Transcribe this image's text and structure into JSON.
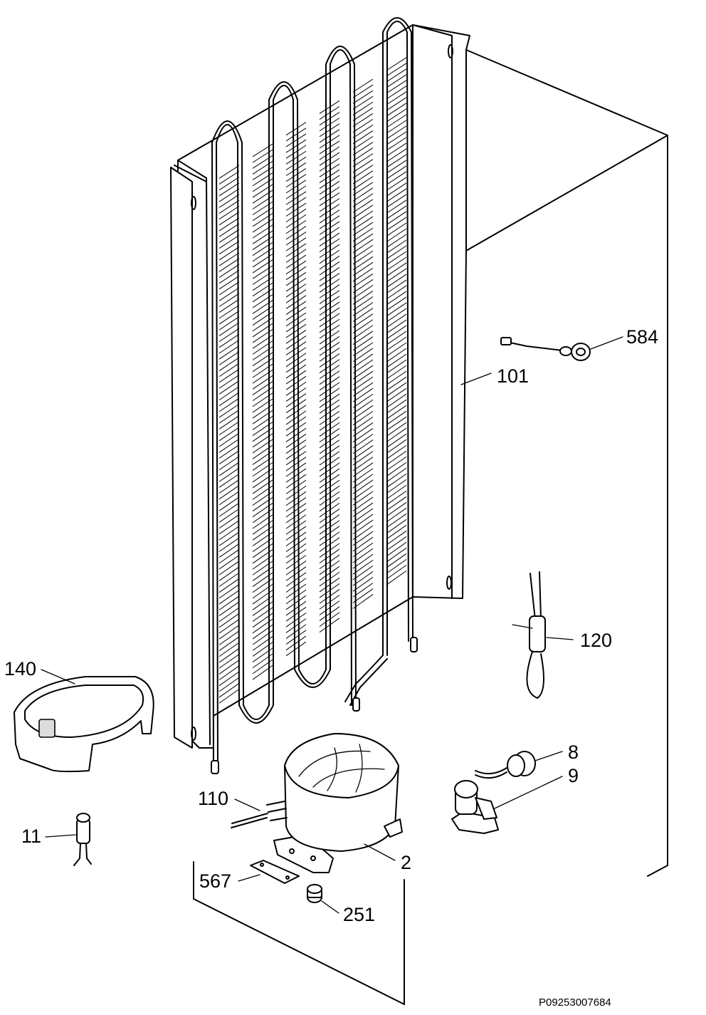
{
  "diagram": {
    "drawing_code": "P09253007684",
    "callouts": [
      {
        "id": "584",
        "text": "584"
      },
      {
        "id": "101",
        "text": "101"
      },
      {
        "id": "120",
        "text": "120"
      },
      {
        "id": "140",
        "text": "140"
      },
      {
        "id": "8",
        "text": "8"
      },
      {
        "id": "9",
        "text": "9"
      },
      {
        "id": "110",
        "text": "110"
      },
      {
        "id": "11",
        "text": "11"
      },
      {
        "id": "2",
        "text": "2"
      },
      {
        "id": "567",
        "text": "567"
      },
      {
        "id": "251",
        "text": "251"
      }
    ]
  }
}
